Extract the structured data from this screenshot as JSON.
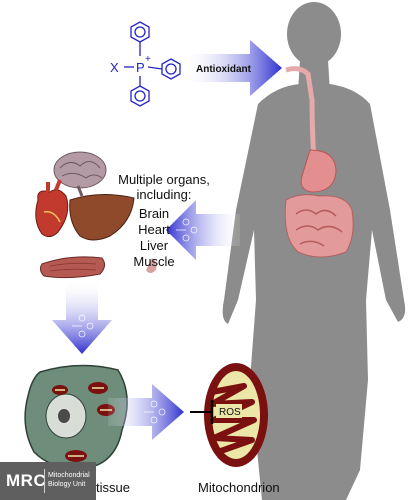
{
  "molecule": {
    "substituent": "X",
    "charge": "+",
    "atom": "P"
  },
  "arrows": {
    "antioxidant_label": "Antioxidant"
  },
  "organs": {
    "heading_line1": "Multiple organs,",
    "heading_line2": "including:",
    "items": [
      "Brain",
      "Heart",
      "Liver",
      "Muscle"
    ]
  },
  "captions": {
    "tissue": "Damaged tissue",
    "mitochondrion": "Mitochondrion",
    "ros": "ROS"
  },
  "logo": {
    "letters": "MRC",
    "unit_line1": "Mitochondrial",
    "unit_line2": "Biology Unit"
  },
  "colors": {
    "arrow_blue": "#3a3ad6",
    "body_grey": "#8a8a8a",
    "cell_green": "#6f8f7c",
    "mito_red": "#7a1010",
    "mito_cream": "#ece6a8"
  }
}
